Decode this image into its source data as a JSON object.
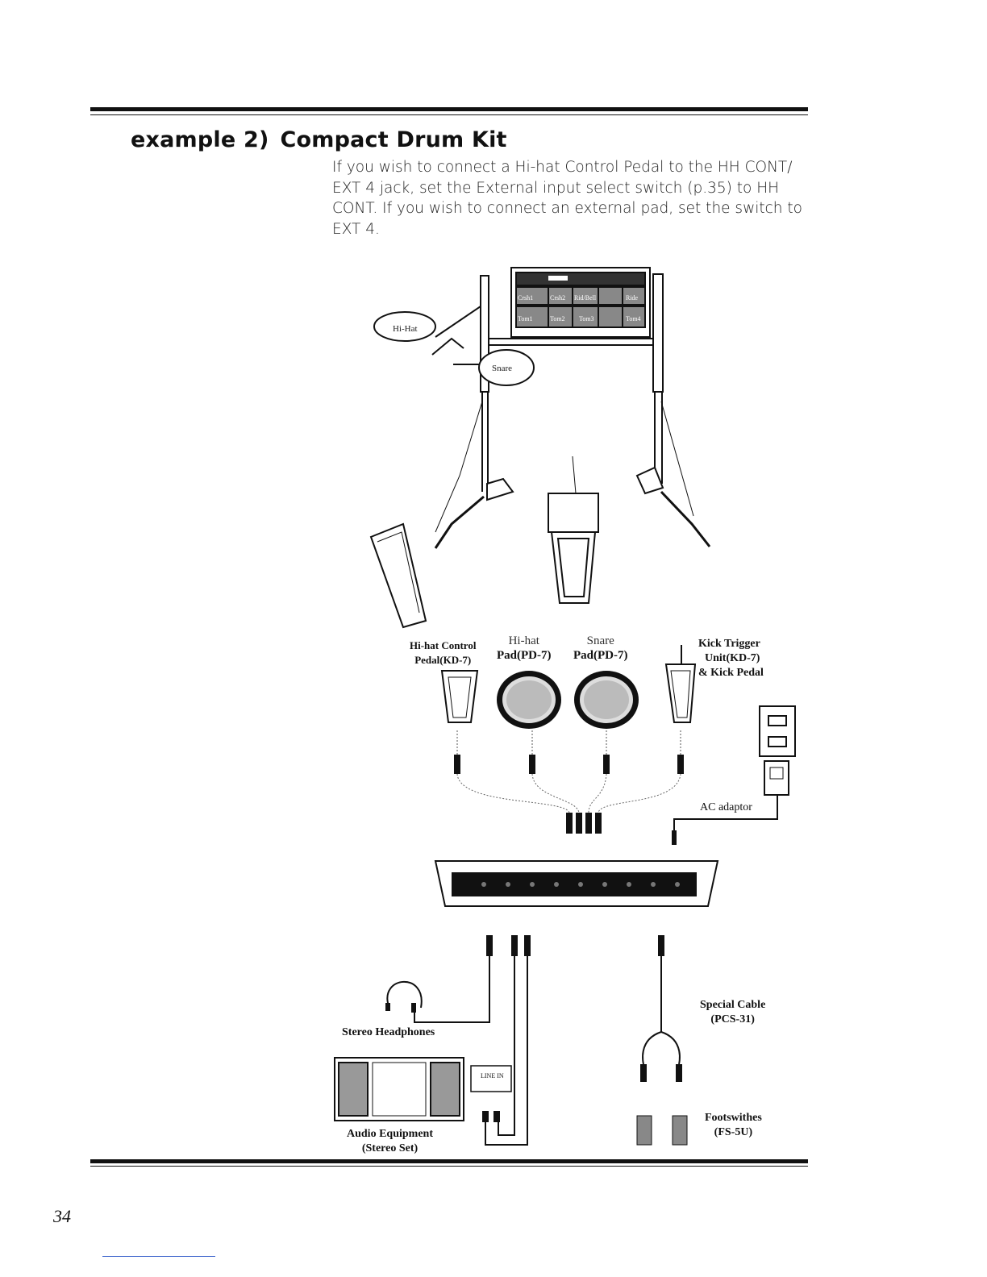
{
  "header": {
    "example_label": "example 2)",
    "title": "Compact Drum Kit"
  },
  "intro": {
    "line1": "If you wish to connect a Hi-hat Control Pedal to the HH CONT/",
    "line2": "EXT 4 jack, set the External input select switch (p.35) to HH",
    "line3": "CONT. If you wish to connect an external pad, set the switch to",
    "line4": "EXT 4."
  },
  "kit_illustration": {
    "hihat_label": "Hi-Hat",
    "snare_label": "Snare",
    "unit_pads_row1": [
      "Crsh1",
      "Crsh2",
      "Rid/Bell",
      "Ride"
    ],
    "unit_pads_row2": [
      "Tom1",
      "Tom2",
      "Tom3",
      "Tom4"
    ]
  },
  "connection_diagram": {
    "hihat_control": {
      "line1": "Hi-hat Control",
      "line2": "Pedal(KD-7)"
    },
    "hihat_pad": {
      "line1": "Hi-hat",
      "line2": "Pad(PD-7)"
    },
    "snare_pad": {
      "line1": "Snare",
      "line2": "Pad(PD-7)"
    },
    "kick": {
      "line1": "Kick Trigger",
      "line2": "Unit(KD-7)",
      "line3": "& Kick Pedal"
    },
    "ac_adaptor": "AC adaptor",
    "headphones": "Stereo Headphones",
    "audio": {
      "line1": "Audio Equipment",
      "line2": "(Stereo Set)"
    },
    "line_in": "LINE IN",
    "special_cable": {
      "line1": "Special Cable",
      "line2": "(PCS-31)"
    },
    "footswitches": {
      "line1": "Footswithes",
      "line2": "(FS-5U)"
    }
  },
  "footer": {
    "page_number": "34"
  }
}
